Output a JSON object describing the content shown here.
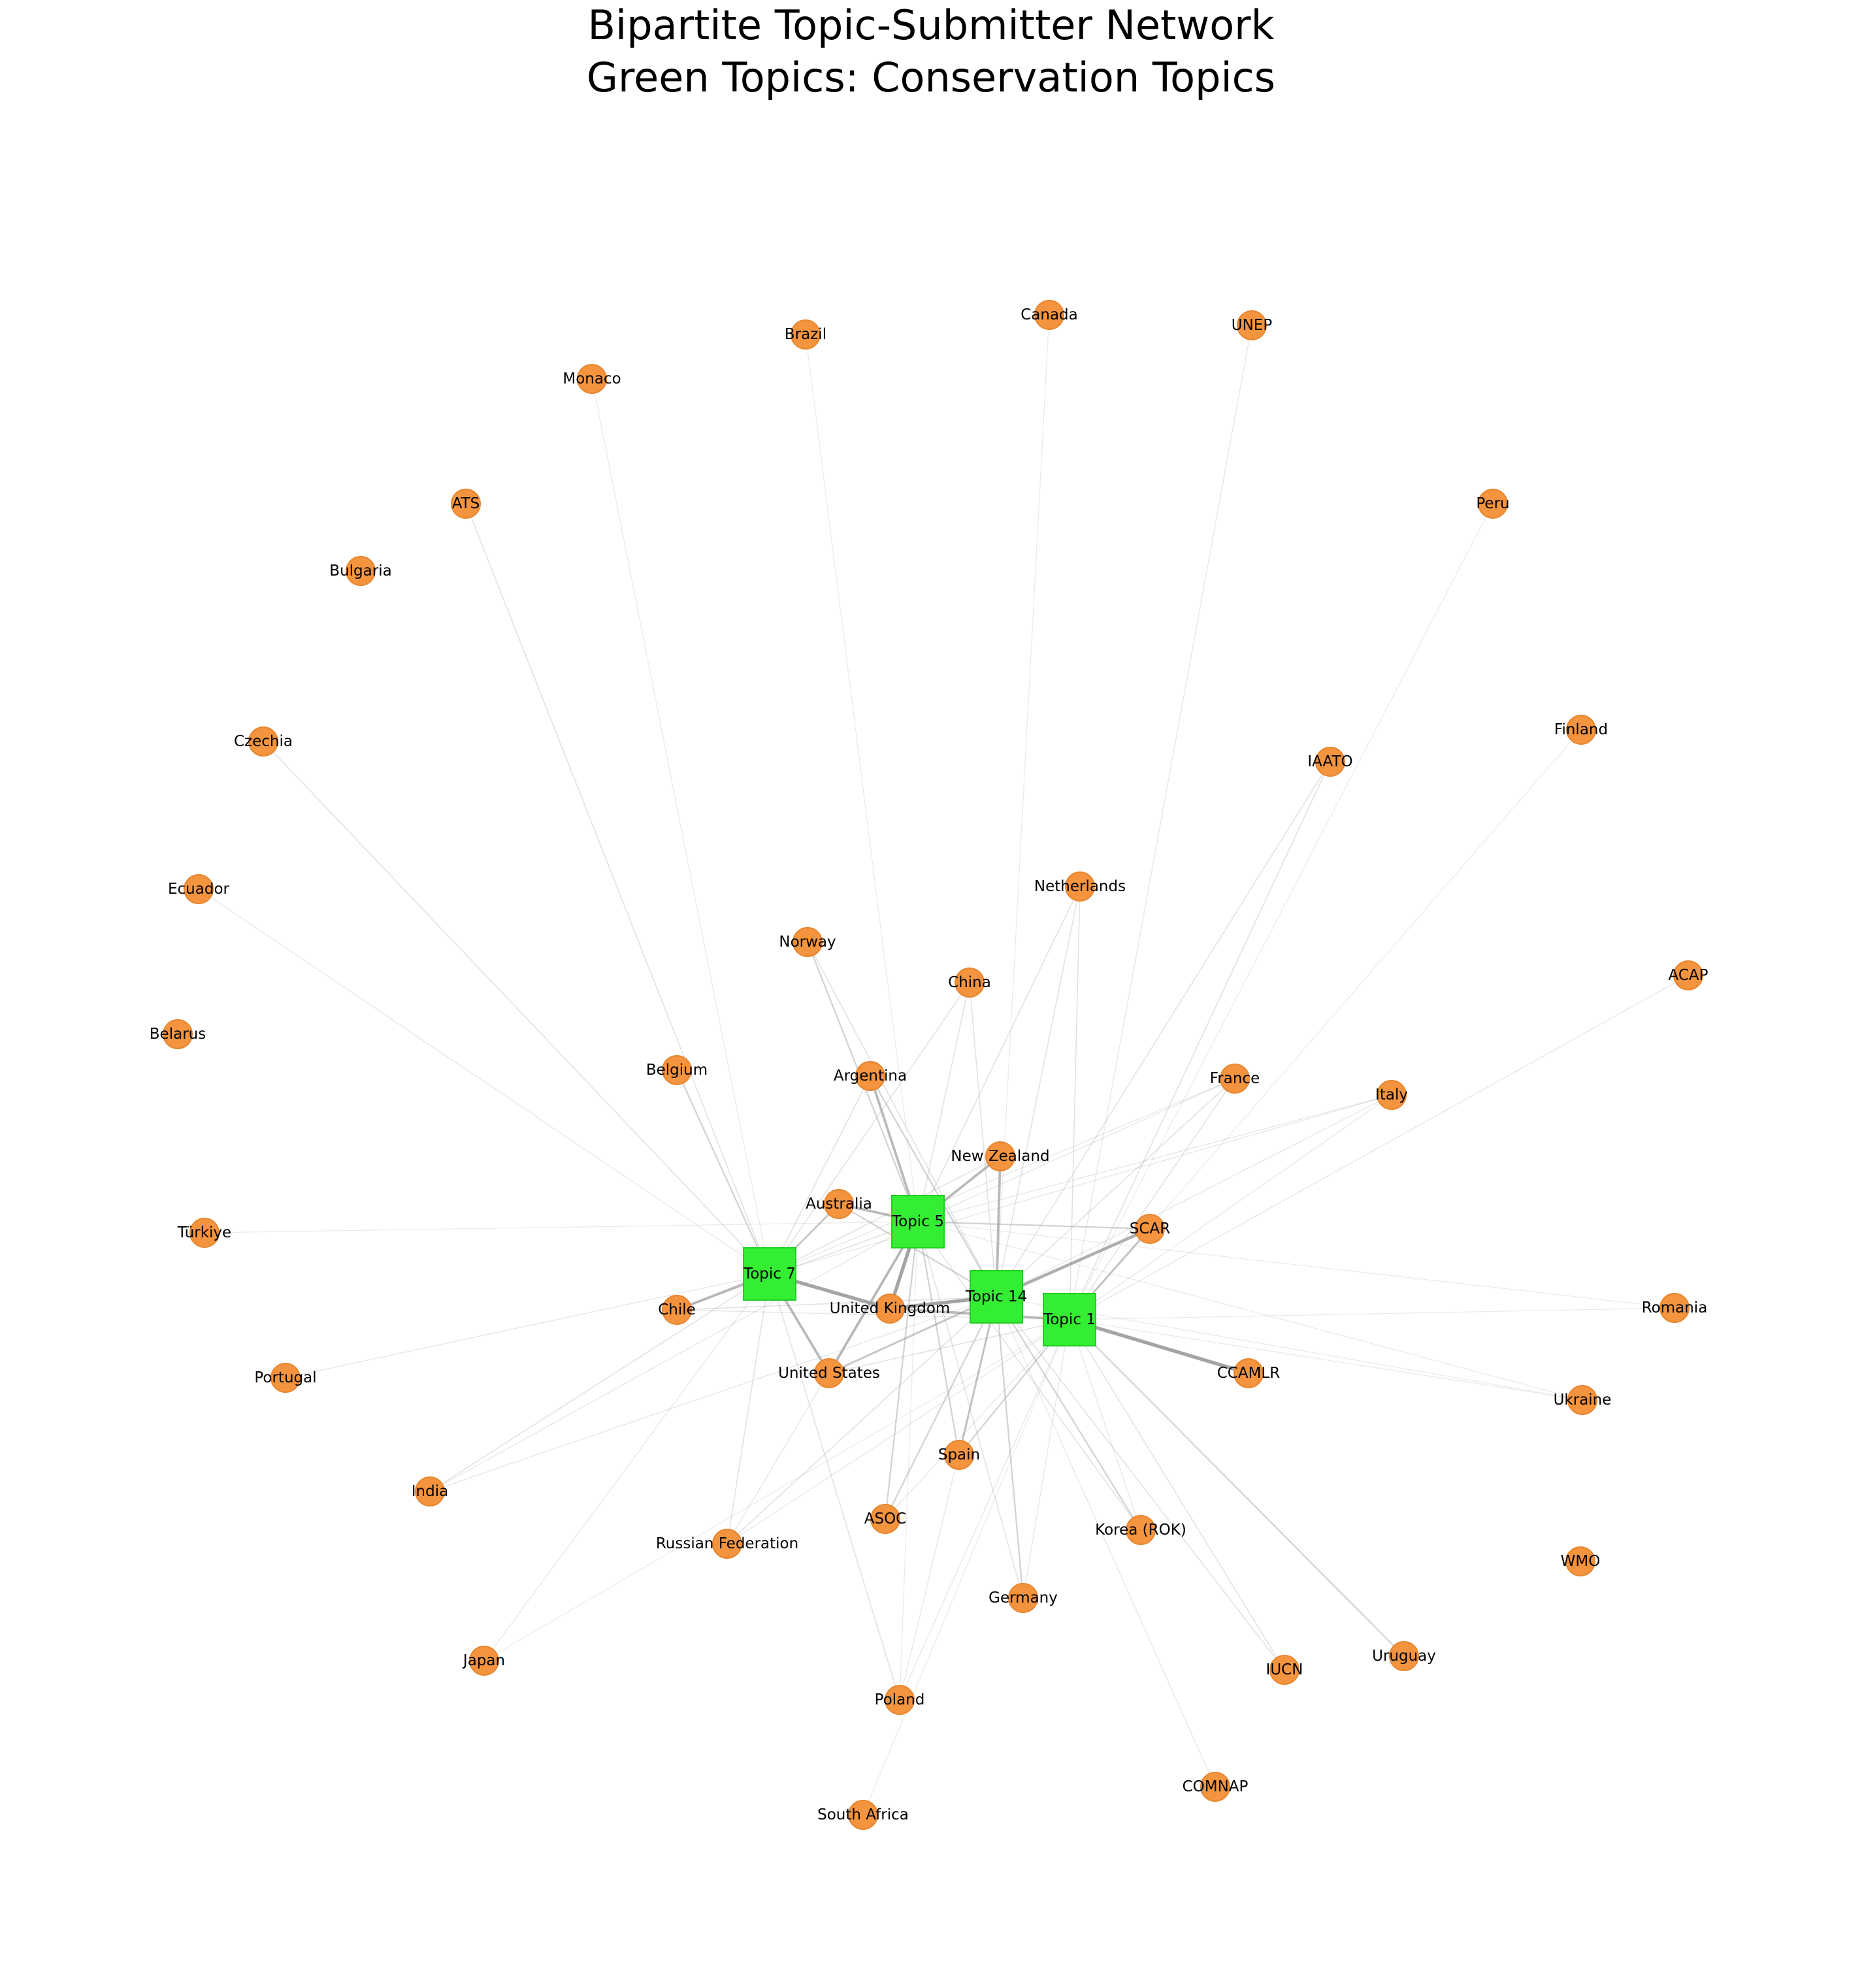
{
  "title": {
    "line1": "Bipartite Topic-Submitter Network",
    "line2": "Green Topics: Conservation Topics"
  },
  "colors": {
    "topic_node": "#33ee33",
    "topic_node_border": "#22cc22",
    "submitter_node": "#f4943f",
    "submitter_node_border": "#e8862e",
    "edge": "#9a9a9a"
  },
  "graph": {
    "topics": [
      "Topic 5",
      "Topic 7",
      "Topic 14",
      "Topic 1"
    ],
    "submitters": [
      "Brazil",
      "Canada",
      "UNEP",
      "Monaco",
      "ATS",
      "Peru",
      "Bulgaria",
      "Czechia",
      "Finland",
      "IAATO",
      "Ecuador",
      "Netherlands",
      "Norway",
      "China",
      "ACAP",
      "Belarus",
      "Belgium",
      "Argentina",
      "France",
      "Italy",
      "New Zealand",
      "Australia",
      "SCAR",
      "Türkiye",
      "Chile",
      "United Kingdom",
      "Romania",
      "Portugal",
      "United States",
      "CCAMLR",
      "Ukraine",
      "Spain",
      "India",
      "ASOC",
      "Russian Federation",
      "Korea (ROK)",
      "WMO",
      "Germany",
      "Japan",
      "Uruguay",
      "IUCN",
      "Poland",
      "COMNAP",
      "South Africa"
    ],
    "edges": [
      {
        "topic": "Topic 5",
        "submitter": "United Kingdom",
        "weight": 3
      },
      {
        "topic": "Topic 5",
        "submitter": "New Zealand",
        "weight": 2
      },
      {
        "topic": "Topic 5",
        "submitter": "Australia",
        "weight": 2
      },
      {
        "topic": "Topic 5",
        "submitter": "Argentina",
        "weight": 2
      },
      {
        "topic": "Topic 5",
        "submitter": "United States",
        "weight": 2
      },
      {
        "topic": "Topic 5",
        "submitter": "Norway",
        "weight": 1
      },
      {
        "topic": "Topic 5",
        "submitter": "China",
        "weight": 0.5
      },
      {
        "topic": "Topic 5",
        "submitter": "Netherlands",
        "weight": 0.5
      },
      {
        "topic": "Topic 5",
        "submitter": "SCAR",
        "weight": 1
      },
      {
        "topic": "Topic 5",
        "submitter": "Spain",
        "weight": 1
      },
      {
        "topic": "Topic 5",
        "submitter": "ASOC",
        "weight": 1
      },
      {
        "topic": "Topic 5",
        "submitter": "Chile",
        "weight": 0.5
      },
      {
        "topic": "Topic 5",
        "submitter": "Germany",
        "weight": 0.5
      },
      {
        "topic": "Topic 5",
        "submitter": "Korea (ROK)",
        "weight": 0.5
      },
      {
        "topic": "Topic 5",
        "submitter": "France",
        "weight": 0.3
      },
      {
        "topic": "Topic 5",
        "submitter": "Italy",
        "weight": 0.3
      },
      {
        "topic": "Topic 5",
        "submitter": "Brazil",
        "weight": 0.2
      },
      {
        "topic": "Topic 5",
        "submitter": "Türkiye",
        "weight": 0.2
      },
      {
        "topic": "Topic 5",
        "submitter": "Romania",
        "weight": 0.2
      },
      {
        "topic": "Topic 5",
        "submitter": "Ukraine",
        "weight": 0.2
      },
      {
        "topic": "Topic 5",
        "submitter": "Russian Federation",
        "weight": 0.3
      },
      {
        "topic": "Topic 5",
        "submitter": "India",
        "weight": 0.3
      },
      {
        "topic": "Topic 5",
        "submitter": "Poland",
        "weight": 0.2
      },
      {
        "topic": "Topic 7",
        "submitter": "United Kingdom",
        "weight": 3
      },
      {
        "topic": "Topic 7",
        "submitter": "Chile",
        "weight": 2
      },
      {
        "topic": "Topic 7",
        "submitter": "United States",
        "weight": 2
      },
      {
        "topic": "Topic 7",
        "submitter": "Australia",
        "weight": 1.5
      },
      {
        "topic": "Topic 7",
        "submitter": "Belgium",
        "weight": 1
      },
      {
        "topic": "Topic 7",
        "submitter": "Czechia",
        "weight": 0.5
      },
      {
        "topic": "Topic 7",
        "submitter": "ATS",
        "weight": 0.5
      },
      {
        "topic": "Topic 7",
        "submitter": "Ecuador",
        "weight": 0.3
      },
      {
        "topic": "Topic 7",
        "submitter": "Portugal",
        "weight": 0.3
      },
      {
        "topic": "Topic 7",
        "submitter": "India",
        "weight": 0.5
      },
      {
        "topic": "Topic 7",
        "submitter": "Japan",
        "weight": 0.3
      },
      {
        "topic": "Topic 7",
        "submitter": "Russian Federation",
        "weight": 0.5
      },
      {
        "topic": "Topic 7",
        "submitter": "Poland",
        "weight": 0.5
      },
      {
        "topic": "Topic 7",
        "submitter": "China",
        "weight": 0.5
      },
      {
        "topic": "Topic 7",
        "submitter": "Argentina",
        "weight": 0.5
      },
      {
        "topic": "Topic 7",
        "submitter": "New Zealand",
        "weight": 0.5
      },
      {
        "topic": "Topic 7",
        "submitter": "Italy",
        "weight": 0.3
      },
      {
        "topic": "Topic 7",
        "submitter": "France",
        "weight": 0.3
      },
      {
        "topic": "Topic 7",
        "submitter": "Monaco",
        "weight": 0.2
      },
      {
        "topic": "Topic 14",
        "submitter": "United Kingdom",
        "weight": 3
      },
      {
        "topic": "Topic 14",
        "submitter": "SCAR",
        "weight": 2.5
      },
      {
        "topic": "Topic 14",
        "submitter": "New Zealand",
        "weight": 2
      },
      {
        "topic": "Topic 14",
        "submitter": "United States",
        "weight": 1.5
      },
      {
        "topic": "Topic 14",
        "submitter": "Spain",
        "weight": 1.5
      },
      {
        "topic": "Topic 14",
        "submitter": "Germany",
        "weight": 1
      },
      {
        "topic": "Topic 14",
        "submitter": "ASOC",
        "weight": 1
      },
      {
        "topic": "Topic 14",
        "submitter": "Korea (ROK)",
        "weight": 1
      },
      {
        "topic": "Topic 14",
        "submitter": "Australia",
        "weight": 1
      },
      {
        "topic": "Topic 14",
        "submitter": "China",
        "weight": 0.5
      },
      {
        "topic": "Topic 14",
        "submitter": "Norway",
        "weight": 0.5
      },
      {
        "topic": "Topic 14",
        "submitter": "Argentina",
        "weight": 1
      },
      {
        "topic": "Topic 14",
        "submitter": "France",
        "weight": 0.5
      },
      {
        "topic": "Topic 14",
        "submitter": "Netherlands",
        "weight": 0.5
      },
      {
        "topic": "Topic 14",
        "submitter": "IAATO",
        "weight": 0.5
      },
      {
        "topic": "Topic 14",
        "submitter": "IUCN",
        "weight": 0.5
      },
      {
        "topic": "Topic 14",
        "submitter": "COMNAP",
        "weight": 0.3
      },
      {
        "topic": "Topic 14",
        "submitter": "Russian Federation",
        "weight": 0.5
      },
      {
        "topic": "Topic 14",
        "submitter": "Poland",
        "weight": 0.3
      },
      {
        "topic": "Topic 14",
        "submitter": "Chile",
        "weight": 0.5
      },
      {
        "topic": "Topic 14",
        "submitter": "Italy",
        "weight": 0.3
      },
      {
        "topic": "Topic 14",
        "submitter": "Canada",
        "weight": 0.2
      },
      {
        "topic": "Topic 14",
        "submitter": "Ukraine",
        "weight": 0.2
      },
      {
        "topic": "Topic 14",
        "submitter": "India",
        "weight": 0.3
      },
      {
        "topic": "Topic 1",
        "submitter": "CCAMLR",
        "weight": 3
      },
      {
        "topic": "Topic 1",
        "submitter": "United Kingdom",
        "weight": 2
      },
      {
        "topic": "Topic 1",
        "submitter": "SCAR",
        "weight": 1.5
      },
      {
        "topic": "Topic 1",
        "submitter": "Uruguay",
        "weight": 1
      },
      {
        "topic": "Topic 1",
        "submitter": "IUCN",
        "weight": 0.5
      },
      {
        "topic": "Topic 1",
        "submitter": "Spain",
        "weight": 1
      },
      {
        "topic": "Topic 1",
        "submitter": "IAATO",
        "weight": 0.5
      },
      {
        "topic": "Topic 1",
        "submitter": "UNEP",
        "weight": 0.3
      },
      {
        "topic": "Topic 1",
        "submitter": "Peru",
        "weight": 0.2
      },
      {
        "topic": "Topic 1",
        "submitter": "Finland",
        "weight": 0.2
      },
      {
        "topic": "Topic 1",
        "submitter": "ACAP",
        "weight": 0.3
      },
      {
        "topic": "Topic 1",
        "submitter": "Netherlands",
        "weight": 0.5
      },
      {
        "topic": "Topic 1",
        "submitter": "France",
        "weight": 0.5
      },
      {
        "topic": "Topic 1",
        "submitter": "United States",
        "weight": 0.5
      },
      {
        "topic": "Topic 1",
        "submitter": "Russian Federation",
        "weight": 0.3
      },
      {
        "topic": "Topic 1",
        "submitter": "Germany",
        "weight": 0.3
      },
      {
        "topic": "Topic 1",
        "submitter": "Korea (ROK)",
        "weight": 0.3
      },
      {
        "topic": "Topic 1",
        "submitter": "ASOC",
        "weight": 0.3
      },
      {
        "topic": "Topic 1",
        "submitter": "Poland",
        "weight": 0.3
      },
      {
        "topic": "Topic 1",
        "submitter": "South Africa",
        "weight": 0.2
      },
      {
        "topic": "Topic 1",
        "submitter": "Romania",
        "weight": 0.2
      },
      {
        "topic": "Topic 1",
        "submitter": "Italy",
        "weight": 0.3
      },
      {
        "topic": "Topic 1",
        "submitter": "Chile",
        "weight": 0.3
      },
      {
        "topic": "Topic 1",
        "submitter": "Japan",
        "weight": 0.2
      },
      {
        "topic": "Topic 1",
        "submitter": "Ukraine",
        "weight": 0.2
      }
    ]
  }
}
